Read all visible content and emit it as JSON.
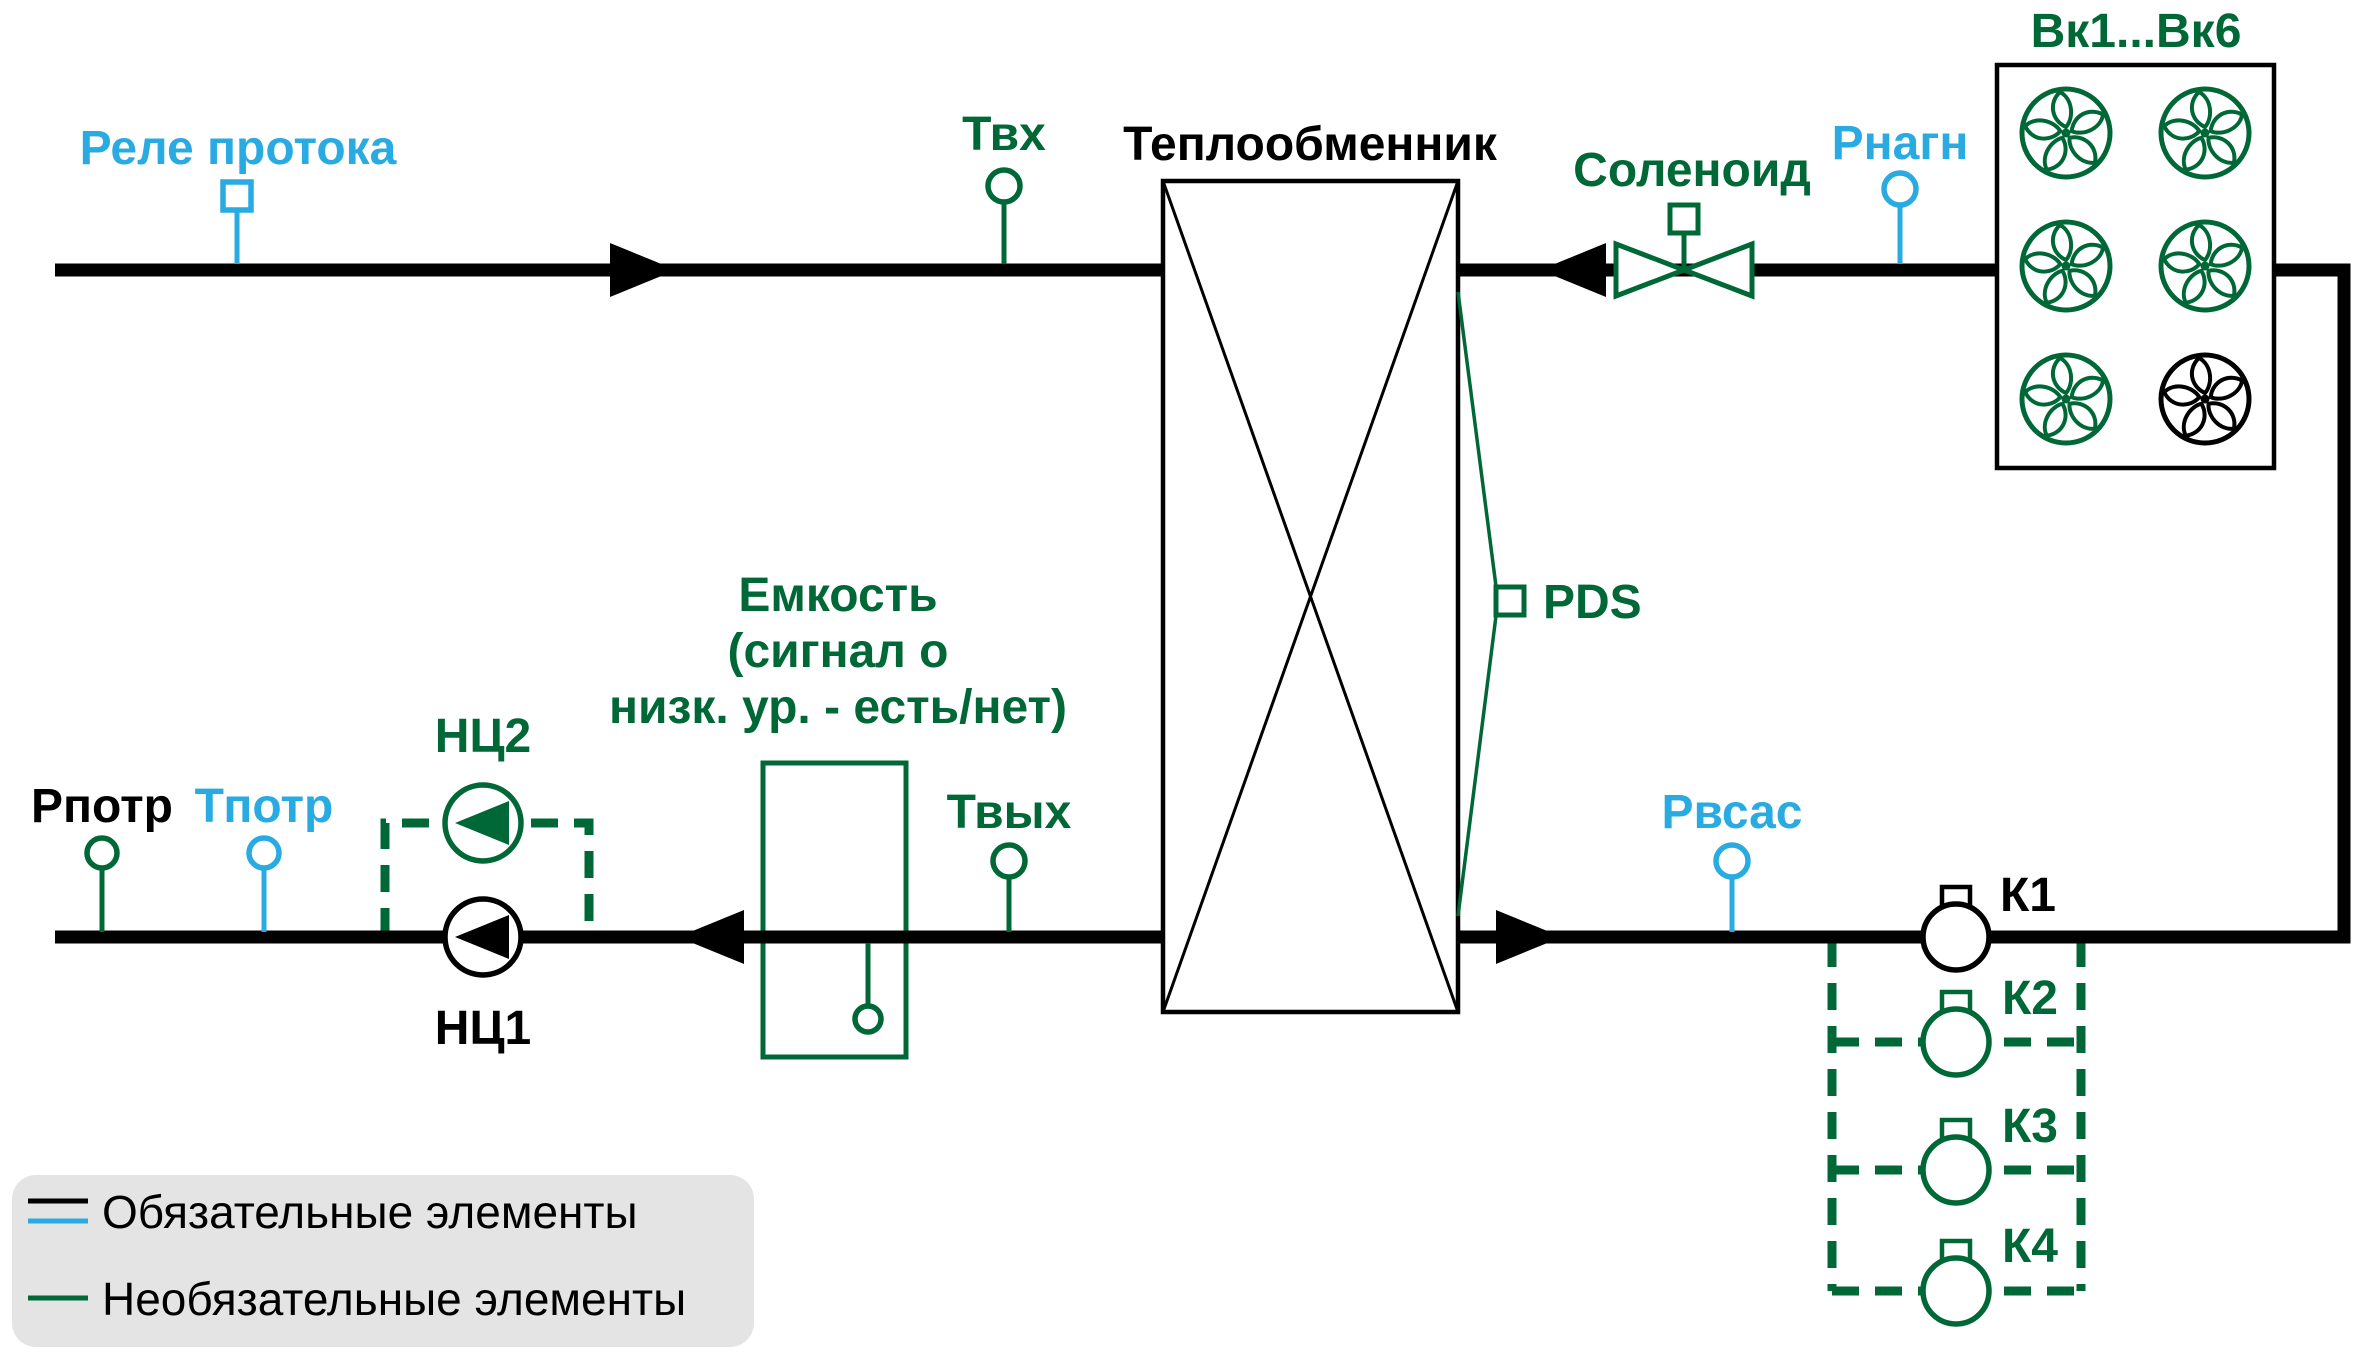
{
  "colors": {
    "mandatory_black": "#000000",
    "mandatory_cyan": "#29ABE2",
    "optional_green": "#006837",
    "legend_background": "#E4E4E4"
  },
  "diagram": {
    "flow_relay_label": "Реле протока",
    "t_in_label": "Твх",
    "heat_exchanger_label": "Теплообменник",
    "solenoid_label": "Соленоид",
    "p_discharge_label": "Рнагн",
    "fan_group_label": "Вк1...Вк6",
    "pds_label": "PDS",
    "tank_label_line1": "Емкость",
    "tank_label_line2": "(сигнал о",
    "tank_label_line3": "низк. ур. - есть/нет)",
    "t_out_label": "Твых",
    "p_consumer_label": "Рпотр",
    "t_consumer_label": "Тпотр",
    "pump2_label": "НЦ2",
    "pump1_label": "НЦ1",
    "p_suction_label": "Рвсас",
    "compressor1_label": "К1",
    "compressor2_label": "К2",
    "compressor3_label": "К3",
    "compressor4_label": "К4"
  },
  "legend": {
    "mandatory_label": "Обязательные элементы",
    "optional_label": "Необязательные элементы"
  }
}
